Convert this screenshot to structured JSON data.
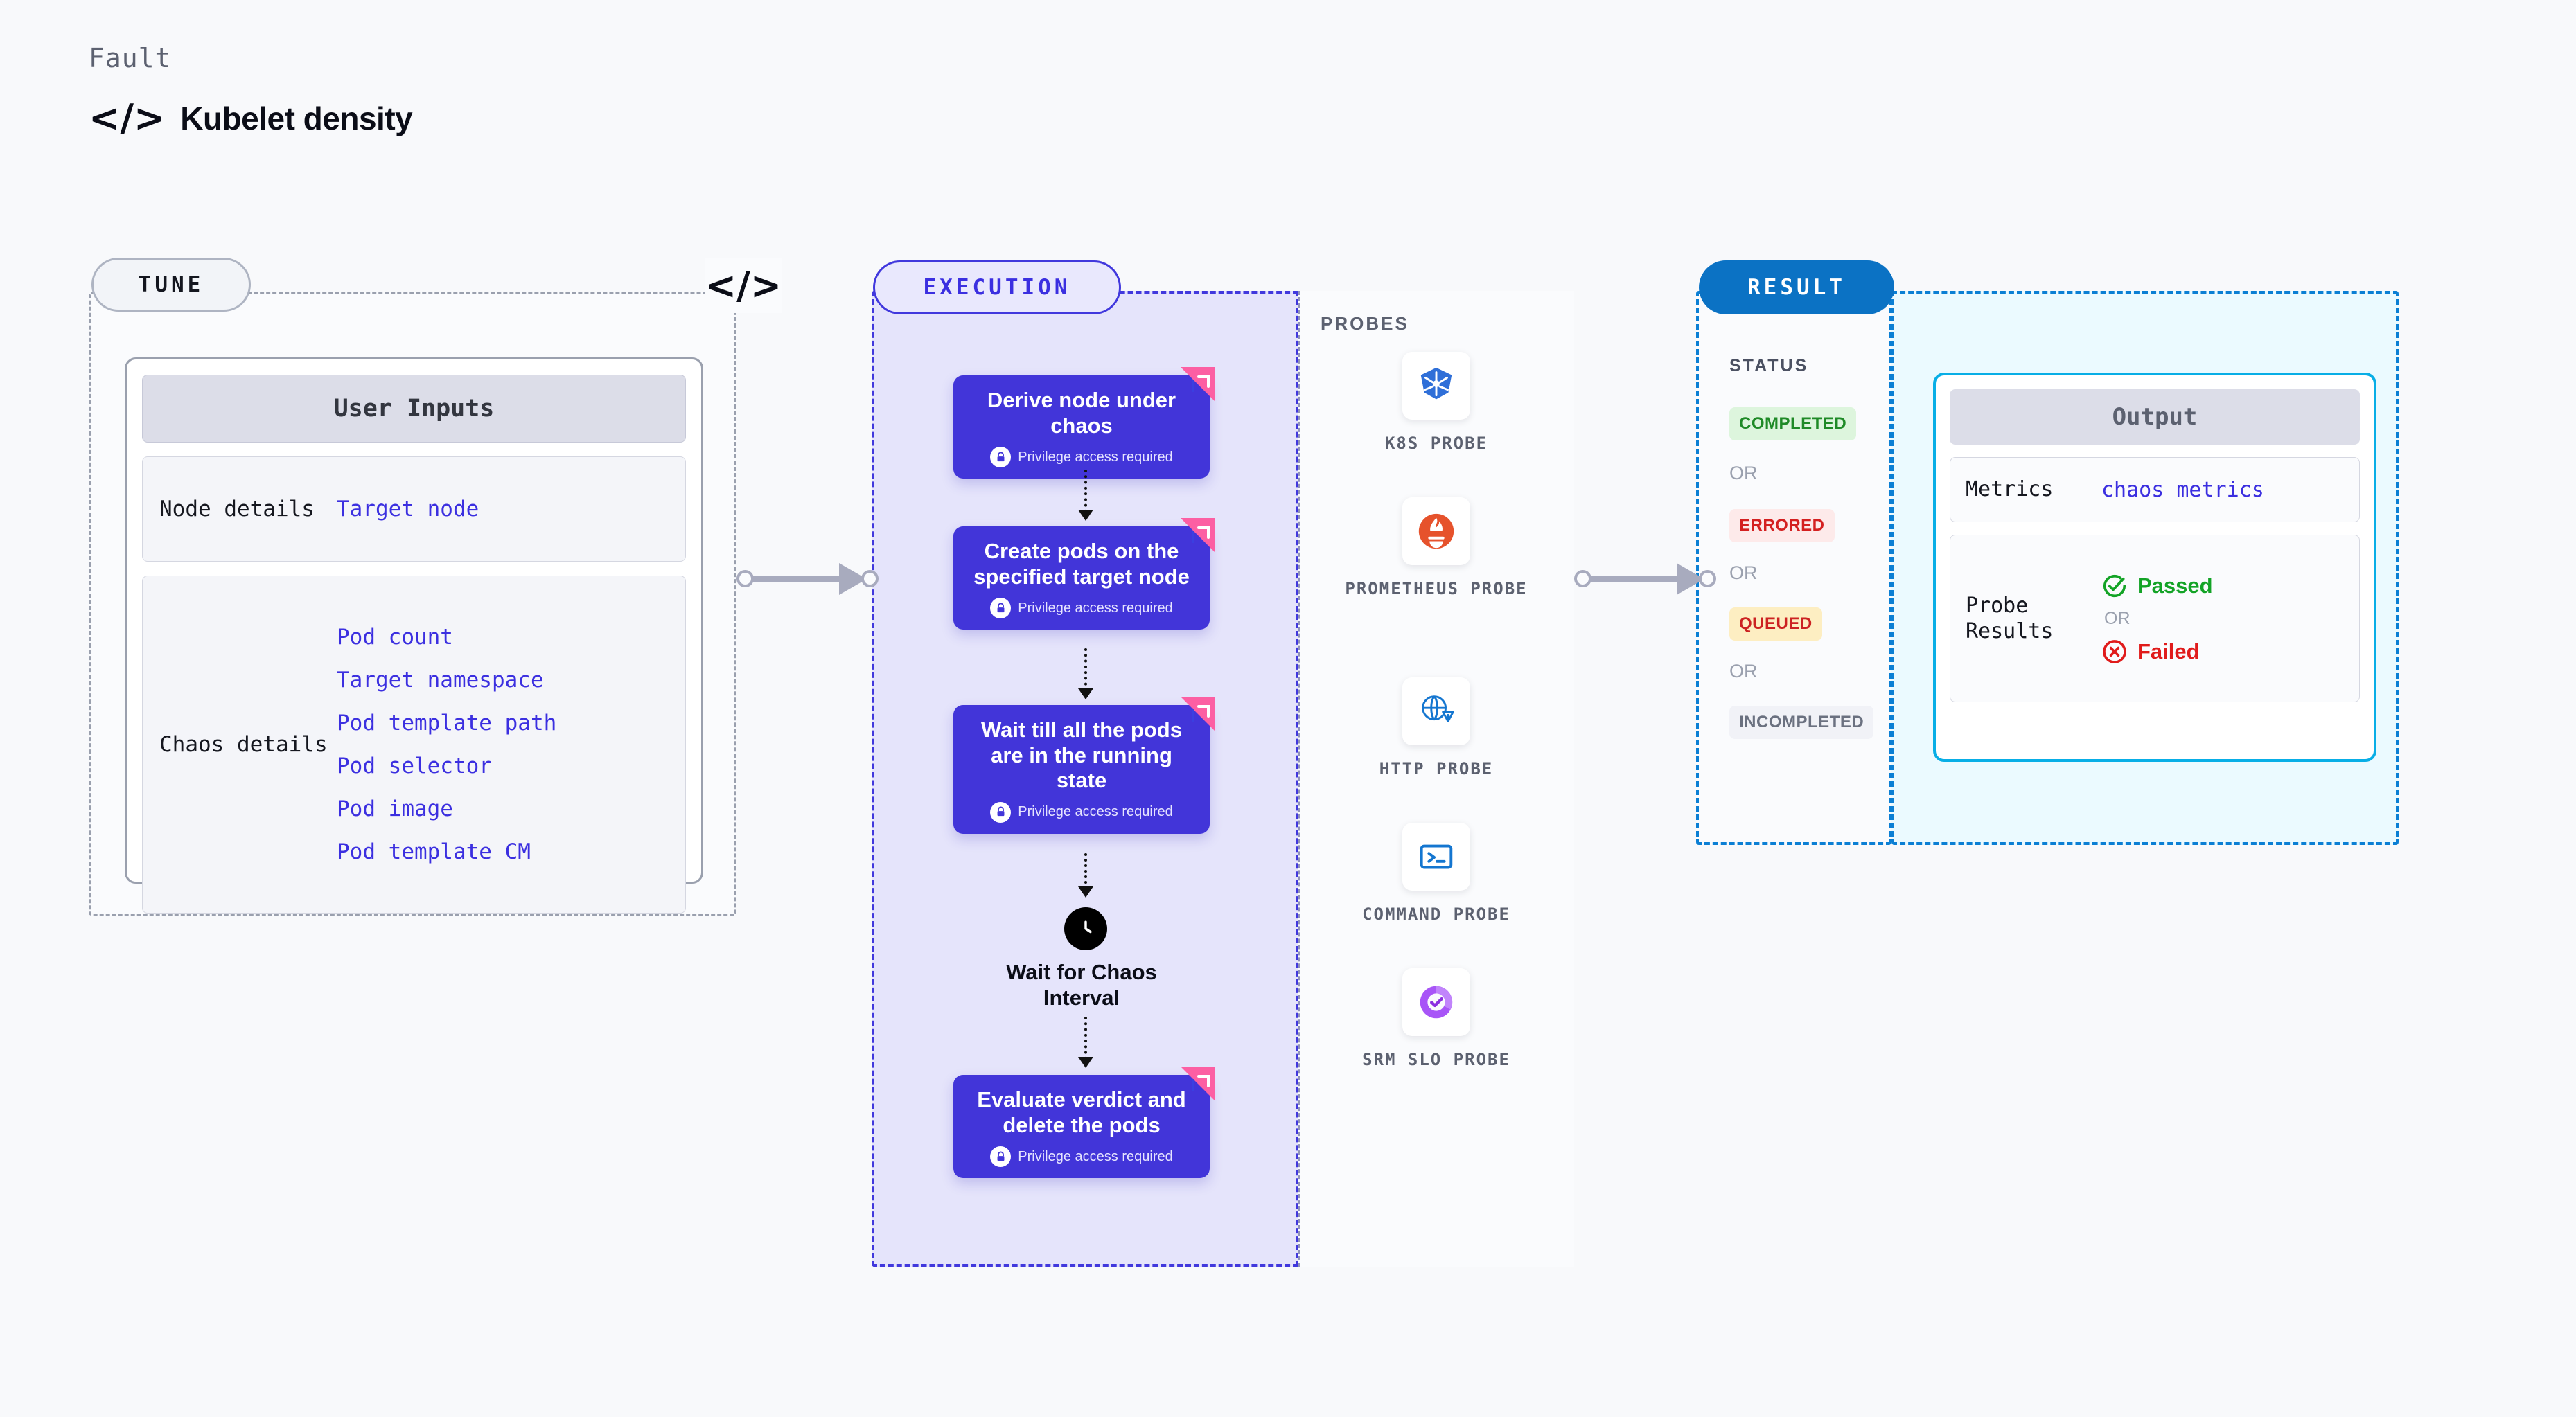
{
  "header": {
    "kicker": "Fault",
    "code_icon": "</>",
    "title": "Kubelet density"
  },
  "tune": {
    "pill_label": "TUNE",
    "connector_icon": "</>",
    "card_title": "User Inputs",
    "groups": [
      {
        "name": "Node details",
        "values": [
          "Target node"
        ]
      },
      {
        "name": "Chaos details",
        "values": [
          "Pod count",
          "Target namespace",
          "Pod template path",
          "Pod selector",
          "Pod image",
          "Pod template CM"
        ]
      }
    ]
  },
  "execution": {
    "pill_label": "EXECUTION",
    "privilege_note": "Privilege access required",
    "steps": [
      {
        "title": "Derive node under chaos",
        "privileged": true
      },
      {
        "title": "Create pods on the specified target node",
        "privileged": true
      },
      {
        "title": "Wait till all the pods are in the running state",
        "privileged": true
      },
      {
        "title": "Evaluate verdict and delete the pods",
        "privileged": true
      }
    ],
    "wait_node": {
      "label": "Wait for Chaos Interval",
      "icon": "clock-icon"
    }
  },
  "probes": {
    "title": "PROBES",
    "items": [
      {
        "label": "K8S PROBE",
        "icon": "kubernetes-icon"
      },
      {
        "label": "PROMETHEUS PROBE",
        "icon": "prometheus-icon"
      },
      {
        "label": "HTTP PROBE",
        "icon": "http-globe-icon"
      },
      {
        "label": "COMMAND PROBE",
        "icon": "terminal-icon"
      },
      {
        "label": "SRM SLO PROBE",
        "icon": "srm-slo-icon"
      }
    ]
  },
  "result": {
    "pill_label": "RESULT",
    "status_title": "STATUS",
    "or_label": "OR",
    "statuses": [
      {
        "label": "COMPLETED",
        "bg": "#ddf5dd",
        "fg": "#1f8a27"
      },
      {
        "label": "ERRORED",
        "bg": "#fdeaea",
        "fg": "#d42020"
      },
      {
        "label": "QUEUED",
        "bg": "#fdeec2",
        "fg": "#cc2222"
      },
      {
        "label": "INCOMPLETED",
        "bg": "#f1f2f7",
        "fg": "#6b7180"
      }
    ],
    "output": {
      "card_title": "Output",
      "metrics_label": "Metrics",
      "metrics_value": "chaos metrics",
      "probe_results_label": "Probe Results",
      "passed_label": "Passed",
      "failed_label": "Failed",
      "or_label": "OR",
      "passed_color": "#13a326",
      "failed_color": "#e01b1b"
    }
  },
  "colors": {
    "step_card": "#4235d9",
    "execution_accent": "#4138dd",
    "result_accent": "#0b72c4",
    "output_border": "#08aee6",
    "ribbon": "#fc5fa3"
  }
}
